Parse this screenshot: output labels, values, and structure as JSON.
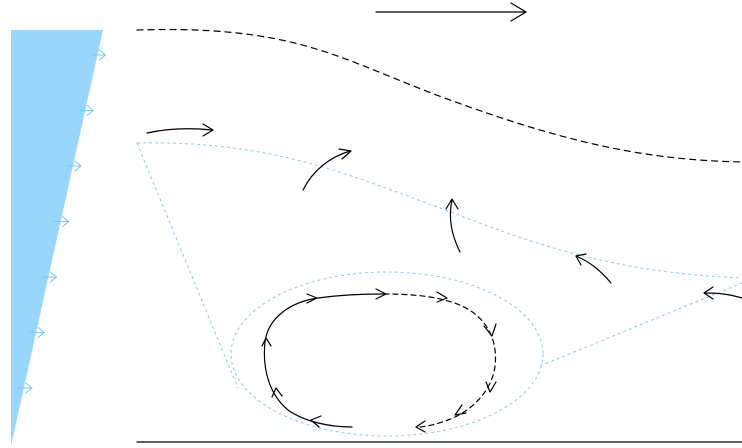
{
  "colors": {
    "background": "#ffffff",
    "profile_fill": "#99d6fb",
    "profile_arrow": "#77c7f5",
    "streamline": "#000000",
    "recirculation_boundary": "#8fd0f3",
    "ground": "#000000"
  },
  "icons": {
    "arrowhead": "open-chevron-arrowhead"
  },
  "elements": {
    "velocity_profile": "wedge",
    "profile_arrow_count": 7,
    "free_stream_arrow": "solid",
    "outer_streamline": "dashed",
    "shear_layer": "dashed",
    "recirculation_bubble": "dashed-ellipse",
    "vortex": "closed-loop-clockwise",
    "ground_line": "solid"
  }
}
